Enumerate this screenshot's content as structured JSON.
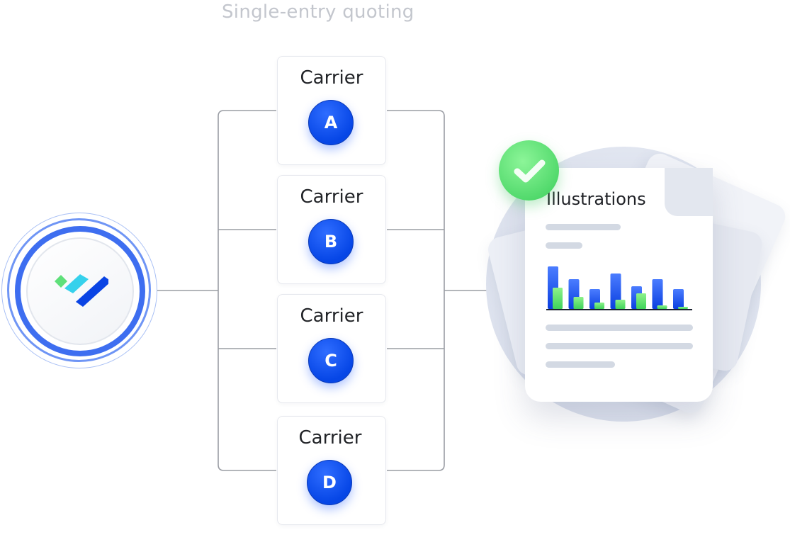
{
  "title": "Single-entry quoting",
  "carrier_label": "Carrier",
  "carriers": [
    {
      "label": "Carrier",
      "badge": "A"
    },
    {
      "label": "Carrier",
      "badge": "B"
    },
    {
      "label": "Carrier",
      "badge": "C"
    },
    {
      "label": "Carrier",
      "badge": "D"
    }
  ],
  "output": {
    "title": "Illustrations",
    "bars": [
      {
        "blue": 60,
        "green": 30
      },
      {
        "blue": 42,
        "green": 17
      },
      {
        "blue": 28,
        "green": 9
      },
      {
        "blue": 50,
        "green": 13
      },
      {
        "blue": 32,
        "green": 22
      },
      {
        "blue": 42,
        "green": 5
      },
      {
        "blue": 28,
        "green": 3
      }
    ]
  },
  "colors": {
    "accent_blue": "#0646e6",
    "check_green": "#4fd86a",
    "connector": "#9a9da4"
  },
  "icons": {
    "hub": "platform-logo-icon",
    "status": "checkmark-icon"
  }
}
